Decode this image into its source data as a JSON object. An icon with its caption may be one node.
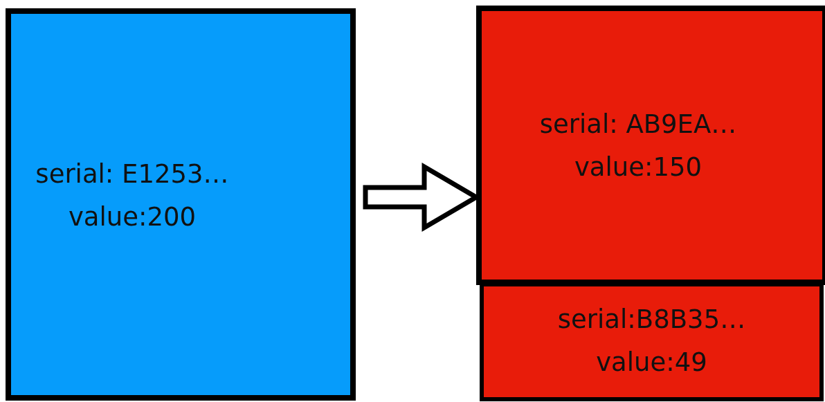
{
  "diagram": {
    "nodes": [
      {
        "text": [
          "serial: E1253…",
          "value:200"
        ]
      },
      {
        "text": [
          "serial: AB9EA…",
          "value:150"
        ]
      },
      {
        "text": [
          "serial:B8B35…",
          "value:49"
        ]
      }
    ],
    "edges": [
      {
        "from": 0,
        "to": 1,
        "arrow": "to",
        "style": "thick"
      }
    ]
  }
}
